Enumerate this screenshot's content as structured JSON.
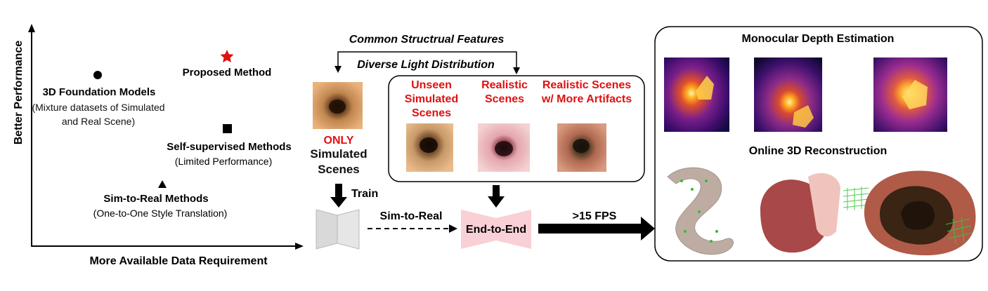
{
  "chart": {
    "x_axis_label": "More Available Data Requirement",
    "y_axis_label": "Better Performance",
    "points": [
      {
        "marker": "star",
        "color": "#e01010",
        "title": "Proposed Method",
        "subtitle": ""
      },
      {
        "marker": "circle",
        "color": "#000000",
        "title": "3D Foundation Models",
        "subtitle": "(Mixture datasets of Simulated and Real Scene)"
      },
      {
        "marker": "square",
        "color": "#000000",
        "title": "Self-supervised Methods",
        "subtitle": "(Limited Performance)"
      },
      {
        "marker": "triangle",
        "color": "#000000",
        "title": "Sim-to-Real Methods",
        "subtitle": "(One-to-One Style Translation)"
      }
    ]
  },
  "pipeline": {
    "common_features": "Common Structrual Features",
    "diverse_light": "Diverse Light Distribution",
    "only_label": "ONLY",
    "simulated_scenes_label": "Simulated Scenes",
    "scene_categories": [
      "Unseen Simulated Scenes",
      "Realistic Scenes",
      "Realistic Scenes w/ More Artifacts"
    ],
    "train_label": "Train",
    "sim_to_real_label": "Sim-to-Real",
    "end_to_end_label": "End-to-End",
    "fps_label": ">15 FPS"
  },
  "results": {
    "depth_title": "Monocular Depth Estimation",
    "recon_title": "Online 3D Reconstruction"
  },
  "colors": {
    "accent_red": "#e01010",
    "end_to_end_fill": "#f8d0d6",
    "sim_model_fill": "#d9d9d9"
  }
}
